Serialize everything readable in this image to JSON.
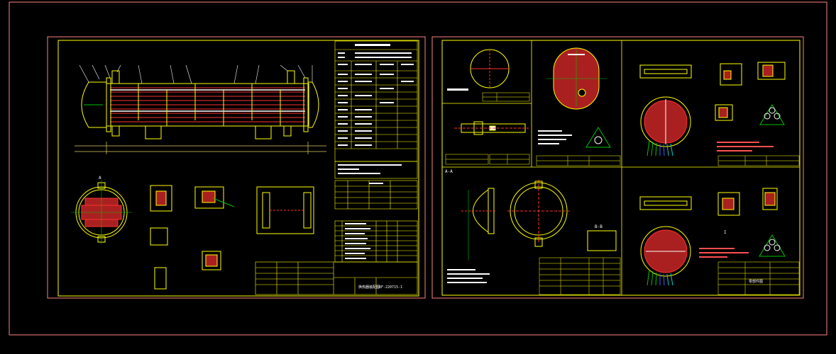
{
  "drawing": {
    "colors": {
      "background": "#000000",
      "frame": "#ff7f7f",
      "line": "#ffff00",
      "tube": "#ff3030",
      "text": "#ffffff",
      "accent_green": "#00c000",
      "accent_cyan": "#00d0d0",
      "accent_blue": "#4060ff",
      "dim": "#e0d060"
    },
    "sheet1": {
      "title_block_code": "RF-220715-1",
      "title_block_name": "换热器装配图"
    },
    "sheet2": {
      "section_aa": "A-A",
      "section_bb": "B-B",
      "detail_i": "I",
      "title_block_name": "零部件图"
    }
  }
}
